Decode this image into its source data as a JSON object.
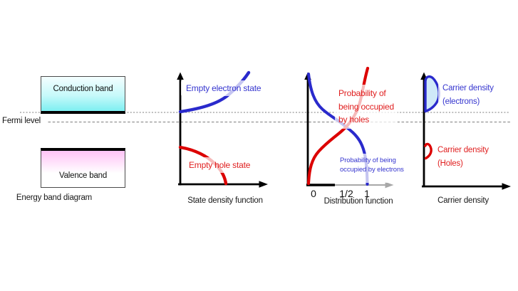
{
  "fermi_level": {
    "label": "Fermi level"
  },
  "energy_band": {
    "conduction_label": "Conduction band",
    "valence_label": "Valence band",
    "caption": "Energy band diagram"
  },
  "state_density": {
    "electron_label": "Empty electron state",
    "hole_label": "Empty hole state",
    "caption": "State density function"
  },
  "distribution": {
    "holes_label_lines": [
      "Probability of",
      "being occupied",
      "by holes"
    ],
    "electrons_label_lines": [
      "Probability of being",
      "occupied by electrons"
    ],
    "ticks": [
      "0",
      "1/2",
      "1"
    ],
    "caption": "Distribution function"
  },
  "carrier_density": {
    "electrons_label_lines": [
      "Carrier density",
      "(electrons)"
    ],
    "holes_label_lines": [
      "Carrier density",
      "(Holes)"
    ],
    "caption": "Carrier density"
  },
  "colors": {
    "curve-blue": "#2a2acc",
    "curve-red": "#dc0000",
    "text-blue": "#3636cf",
    "text-red": "#e02020",
    "electron-fill": "#cfe9f8",
    "conduction-cyan": "#7deff1",
    "valence-pink": "#ffc3f6",
    "dash-gray": "#7d7d7d",
    "axis-gray": "#a8a8a8",
    "axis-black": "#000000"
  }
}
